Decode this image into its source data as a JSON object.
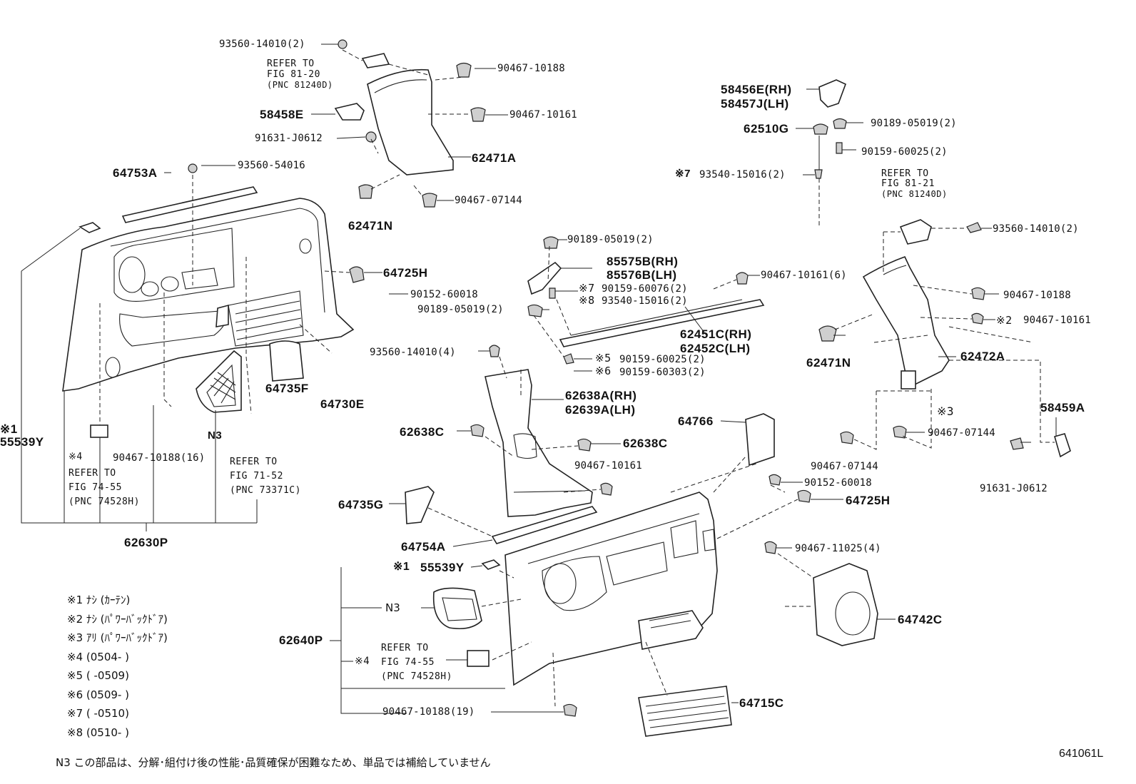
{
  "diagram": {
    "figure_code": "641061L",
    "labels": {
      "p1": "93560-14010(2)",
      "p2": "90467-10188",
      "p3": "58458E",
      "p4": "90467-10161",
      "p5": "91631-J0612",
      "p6": "62471A",
      "p7": "64753A",
      "p8": "93560-54016",
      "p9": "90467-07144",
      "p10": "62471N",
      "p11": "64725H",
      "p12": "90152-60018",
      "p13": "64735F",
      "p14": "64730E",
      "p15": "55539Y",
      "p16": "90467-10188(16)",
      "p17": "N3",
      "p18": "62630P",
      "p19": "58456E(RH)",
      "p20": "58457J(LH)",
      "p21": "62510G",
      "p22": "90189-05019(2)",
      "p23": "90159-60025(2)",
      "p24": "93540-15016(2)",
      "p25": "93560-14010(2)",
      "p26": "90467-10188",
      "p27": "90467-10161",
      "p28": "62471N",
      "p29": "62472A",
      "p30": "58459A",
      "p31": "90467-07144",
      "p32": "90467-07144",
      "p33": "91631-J0612",
      "p34": "90189-05019(2)",
      "p35": "85575B(RH)",
      "p36": "85576B(LH)",
      "p37": "90159-60076(2)",
      "p38": "93540-15016(2)",
      "p39": "90189-05019(2)",
      "p40": "90467-10161(6)",
      "p41": "62451C(RH)",
      "p42": "62452C(LH)",
      "p43": "93560-14010(4)",
      "p44": "90159-60025(2)",
      "p45": "90159-60303(2)",
      "p46": "62638A(RH)",
      "p47": "62639A(LH)",
      "p48": "62638C",
      "p49": "62638C",
      "p50": "90467-10161",
      "p51": "64766",
      "p52": "90152-60018",
      "p53": "64725H",
      "p54": "64735G",
      "p55": "64754A",
      "p56": "55539Y",
      "p57": "N3",
      "p58": "62640P",
      "p59": "90467-11025(4)",
      "p60": "64742C",
      "p61": "90467-10188(19)",
      "p62": "64715C"
    },
    "marks": {
      "m1": "※1",
      "m4a": "※4",
      "m7": "※7",
      "m8": "※8",
      "m2": "※2",
      "m3": "※3",
      "m5": "※5",
      "m6": "※6",
      "m1b": "※1",
      "m4b": "※4"
    },
    "refs": {
      "r1": [
        "REFER TO",
        "FIG 81-20",
        "(PNC 81240D)"
      ],
      "r2": [
        "REFER TO",
        "FIG 81-21",
        "(PNC 81240D)"
      ],
      "r3": [
        "REFER TO",
        "FIG 74-55",
        "(PNC 74528H)"
      ],
      "r4": [
        "REFER TO",
        "FIG 71-52",
        "(PNC 73371C)"
      ],
      "r5": [
        "REFER TO",
        "FIG 74-55",
        "(PNC 74528H)"
      ]
    },
    "legend": [
      "※1  ﾅｼ (ｶｰﾃﾝ)",
      "※2  ﾅｼ (ﾊﾟﾜｰﾊﾞｯｸﾄﾞｱ)",
      "※3  ｱﾘ (ﾊﾟﾜｰﾊﾞｯｸﾄﾞｱ)",
      "※4  (0504-      )",
      "※5  (      -0509)",
      "※6  (0509-      )",
      "※7  (      -0510)",
      "※8  (0510-      )"
    ],
    "footnote": "N3  この部品は、分解･組付け後の性能･品質確保が困難なため、単品では補給していません"
  }
}
